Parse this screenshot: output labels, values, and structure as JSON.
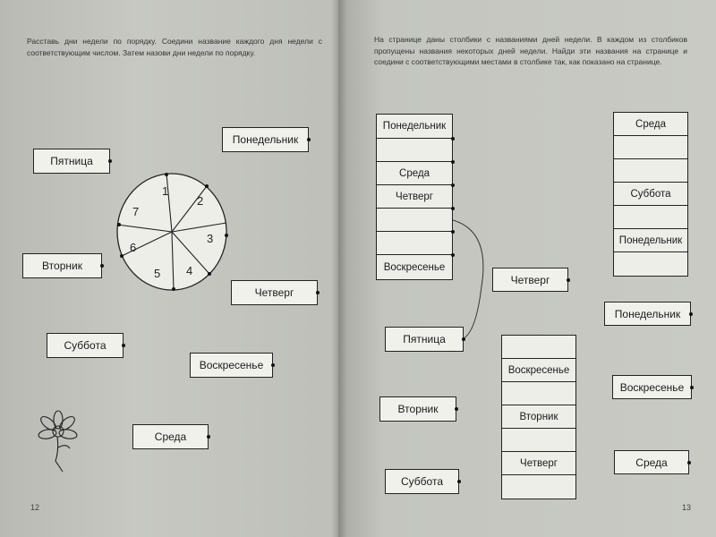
{
  "left_page": {
    "instruction": "Расставь дни недели по порядку. Соедини название каждого дня недели с соответствующим числом. Затем назови дни недели по порядку.",
    "wheel_numbers": [
      "1",
      "2",
      "3",
      "4",
      "5",
      "6",
      "7"
    ],
    "day_boxes": [
      "Понедельник",
      "Пятница",
      "Вторник",
      "Четверг",
      "Суббота",
      "Воскресенье",
      "Среда"
    ],
    "page_number": "12"
  },
  "right_page": {
    "instruction": "На странице даны столбики с названиями дней недели. В каждом из столбиков пропущены названия некоторых дней недели. Найди эти названия на странице и соедини с соответствующими местами в столбике так, как показано на странице.",
    "column_1": [
      "Понедельник",
      "",
      "Среда",
      "Четверг",
      "",
      "",
      "Воскресенье"
    ],
    "column_2": [
      "Среда",
      "",
      "",
      "Суббота",
      "",
      "Понедельник",
      ""
    ],
    "column_3": [
      "",
      "Воскресенье",
      "",
      "Вторник",
      "",
      "Четверг",
      ""
    ],
    "loose_boxes": [
      "Четверг",
      "Пятница",
      "Понедельник",
      "Вторник",
      "Воскресенье",
      "Суббота",
      "Среда"
    ],
    "page_number": "13"
  }
}
